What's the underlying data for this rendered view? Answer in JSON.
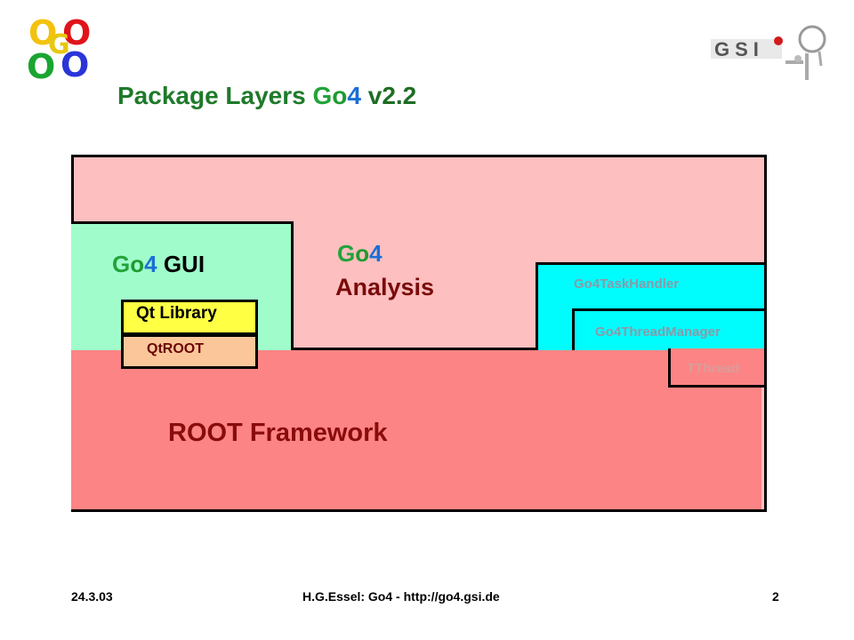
{
  "logo": {
    "letters": [
      "O",
      "G",
      "O",
      "O",
      "O"
    ],
    "colors": {
      "yellow": "#f3c20f",
      "red": "#e0141a",
      "green": "#1aa531",
      "blue": "#2a35d8"
    }
  },
  "gsi_logo": {
    "text": "GSI"
  },
  "title": {
    "prefix": "Package Layers ",
    "go4_g": "G",
    "go4_o": "o",
    "go4_4": "4",
    "version": " v2.2"
  },
  "diagram": {
    "gui": {
      "go4_g": "G",
      "go4_o": "o",
      "go4_4": "4",
      "rest": " GUI"
    },
    "analysis": {
      "go4_g": "G",
      "go4_o": "o",
      "go4_4": "4",
      "rest": "Analysis"
    },
    "qt_library": "Qt Library",
    "qtroot": "QtROOT",
    "root_framework": "ROOT Framework",
    "task_handler": "Go4TaskHandler",
    "thread_manager": "Go4ThreadManager",
    "tthread": "TThread",
    "colors": {
      "outer": "#fdbfbf",
      "root": "#fd8484",
      "gui": "#a0fdcb",
      "cyan": "#00fdfd",
      "qtlib": "#ffff44",
      "qtroot": "#fbc79a"
    }
  },
  "footer": {
    "date": "24.3.03",
    "center": "H.G.Essel: Go4 - http://go4.gsi.de",
    "page": "2"
  }
}
